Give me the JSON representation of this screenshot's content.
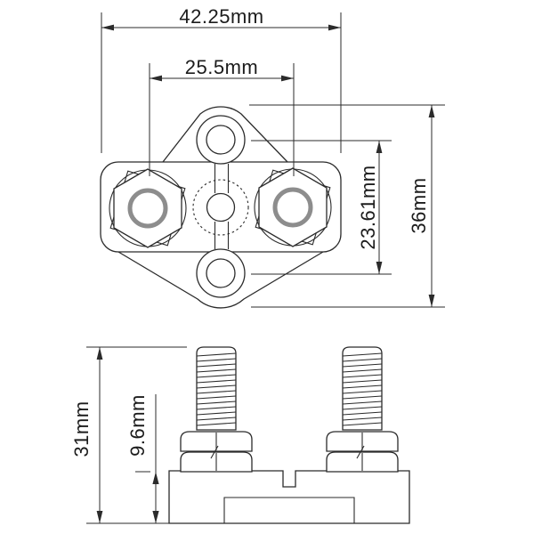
{
  "drawing": {
    "type": "technical-dimension-drawing",
    "subject": "terminal stud busbar (top view and side elevation)",
    "colors": {
      "background": "#ffffff",
      "line": "#2b2b2b",
      "ring_gray": "#8d8d8d"
    },
    "top_view": {
      "overall_width_label": "42.25mm",
      "stud_spacing_label": "25.5mm",
      "overall_height_label": "36mm",
      "hole_spacing_label": "23.61mm"
    },
    "side_view": {
      "overall_height_label": "31mm",
      "base_height_label": "9.6mm"
    }
  }
}
